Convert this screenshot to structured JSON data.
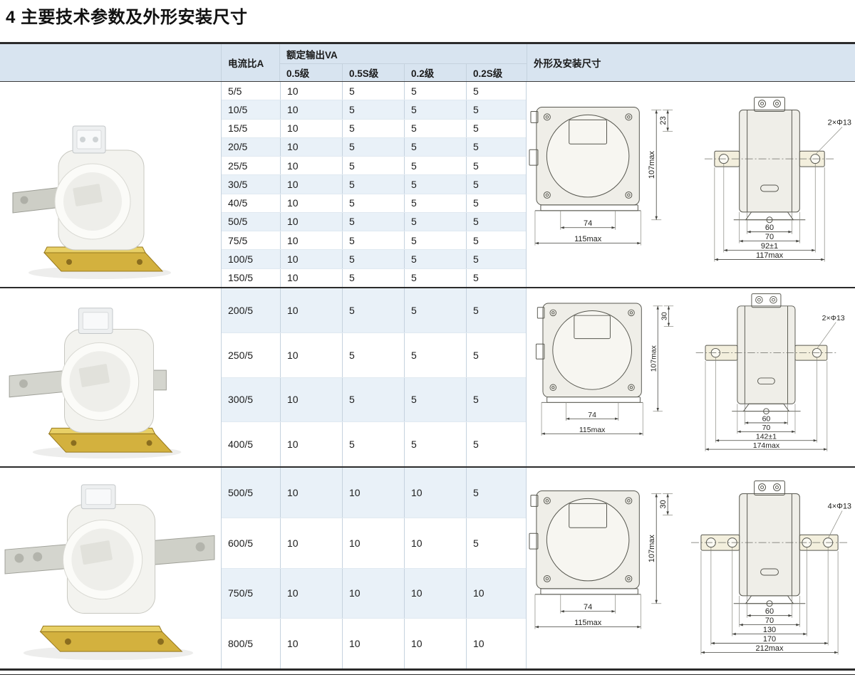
{
  "page": {
    "title": "4 主要技术参数及外形安装尺寸"
  },
  "colors": {
    "header_bg": "#d8e4f0",
    "row_alt_bg": "#e9f1f8",
    "rule_dark": "#2b2b2b",
    "grid_line": "#c5d2de",
    "text": "#1a1a1a"
  },
  "table": {
    "header": {
      "current_ratio": "电流比A",
      "rated_output": "额定输出VA",
      "accuracy_classes": [
        "0.5级",
        "0.5S级",
        "0.2级",
        "0.2S级"
      ],
      "outline_dims": "外形及安装尺寸"
    },
    "sections": [
      {
        "rows": [
          {
            "ratio": "5/5",
            "values": [
              "10",
              "5",
              "5",
              "5"
            ]
          },
          {
            "ratio": "10/5",
            "values": [
              "10",
              "5",
              "5",
              "5"
            ]
          },
          {
            "ratio": "15/5",
            "values": [
              "10",
              "5",
              "5",
              "5"
            ]
          },
          {
            "ratio": "20/5",
            "values": [
              "10",
              "5",
              "5",
              "5"
            ]
          },
          {
            "ratio": "25/5",
            "values": [
              "10",
              "5",
              "5",
              "5"
            ]
          },
          {
            "ratio": "30/5",
            "values": [
              "10",
              "5",
              "5",
              "5"
            ]
          },
          {
            "ratio": "40/5",
            "values": [
              "10",
              "5",
              "5",
              "5"
            ]
          },
          {
            "ratio": "50/5",
            "values": [
              "10",
              "5",
              "5",
              "5"
            ]
          },
          {
            "ratio": "75/5",
            "values": [
              "10",
              "5",
              "5",
              "5"
            ]
          },
          {
            "ratio": "100/5",
            "values": [
              "10",
              "5",
              "5",
              "5"
            ]
          },
          {
            "ratio": "150/5",
            "values": [
              "10",
              "5",
              "5",
              "5"
            ]
          }
        ],
        "drawing": {
          "front_inner_width": "74",
          "front_overall_width": "115max",
          "overall_height": "107max",
          "top_offset": "23",
          "hole_label": "2×Φ13",
          "side_dims": [
            "60",
            "70",
            "92±1",
            "117max"
          ]
        }
      },
      {
        "rows": [
          {
            "ratio": "200/5",
            "values": [
              "10",
              "5",
              "5",
              "5"
            ]
          },
          {
            "ratio": "250/5",
            "values": [
              "10",
              "5",
              "5",
              "5"
            ]
          },
          {
            "ratio": "300/5",
            "values": [
              "10",
              "5",
              "5",
              "5"
            ]
          },
          {
            "ratio": "400/5",
            "values": [
              "10",
              "5",
              "5",
              "5"
            ]
          }
        ],
        "drawing": {
          "front_inner_width": "74",
          "front_overall_width": "115max",
          "overall_height": "107max",
          "top_offset": "30",
          "hole_label": "2×Φ13",
          "side_dims": [
            "60",
            "70",
            "142±1",
            "174max"
          ]
        }
      },
      {
        "rows": [
          {
            "ratio": "500/5",
            "values": [
              "10",
              "10",
              "10",
              "5"
            ]
          },
          {
            "ratio": "600/5",
            "values": [
              "10",
              "10",
              "10",
              "5"
            ]
          },
          {
            "ratio": "750/5",
            "values": [
              "10",
              "10",
              "10",
              "10"
            ]
          },
          {
            "ratio": "800/5",
            "values": [
              "10",
              "10",
              "10",
              "10"
            ]
          }
        ],
        "drawing": {
          "front_inner_width": "74",
          "front_overall_width": "115max",
          "overall_height": "107max",
          "top_offset": "30",
          "hole_label": "4×Φ13",
          "side_dims": [
            "60",
            "70",
            "130",
            "170",
            "212max"
          ]
        }
      }
    ]
  }
}
